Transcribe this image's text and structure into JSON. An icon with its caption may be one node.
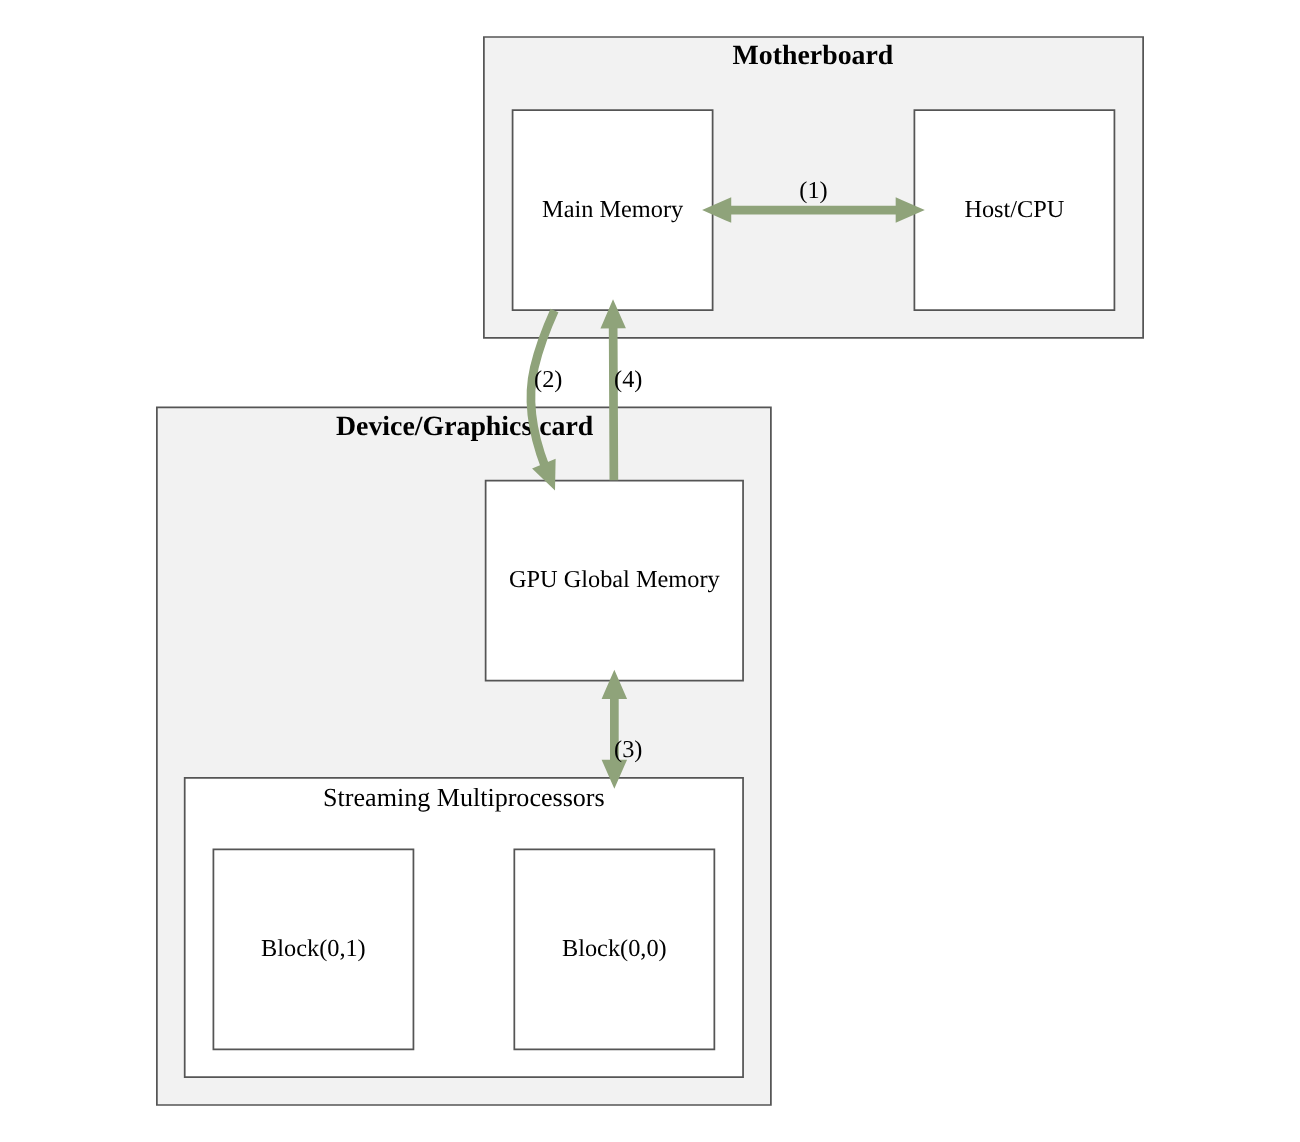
{
  "diagram": {
    "nodes": [
      {
        "text": [
          "Motherboard"
        ]
      },
      {
        "text": [
          "Main Memory"
        ],
        "in": 0
      },
      {
        "text": [
          "Host/CPU"
        ],
        "in": 0
      },
      {
        "text": [
          "Device/Graphics card"
        ]
      },
      {
        "text": [
          "GPU Global Memory"
        ],
        "in": 3
      },
      {
        "text": [
          "Streaming Multiprocessors"
        ],
        "in": 3
      },
      {
        "text": [
          "Block(0,0)"
        ],
        "in": 5
      },
      {
        "text": [
          "Block(0,1)"
        ],
        "in": 5
      }
    ],
    "edges": [
      {
        "from": 1,
        "to": 2,
        "arrow": "both",
        "label": "(1)"
      },
      {
        "from": 1,
        "to": 4,
        "arrow": "to",
        "label": "(2)"
      },
      {
        "from": 4,
        "to": 1,
        "arrow": "to",
        "label": "(4)"
      },
      {
        "from": 4,
        "to": 5,
        "arrow": "both",
        "label": "(3)"
      }
    ]
  }
}
